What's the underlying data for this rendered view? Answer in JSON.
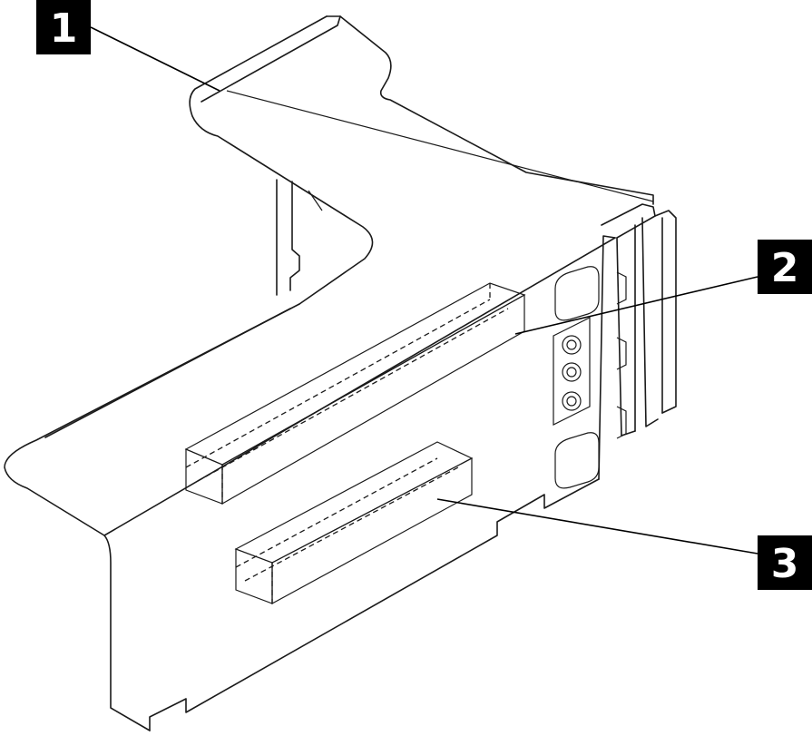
{
  "callouts": [
    {
      "id": "1",
      "label": "1"
    },
    {
      "id": "2",
      "label": "2"
    },
    {
      "id": "3",
      "label": "3"
    }
  ],
  "colors": {
    "outline": "#1a1a1a",
    "slot_top_fill": "#d4d4d4",
    "slot_bottom_fill": "#8f8f8f",
    "callout_box": "#000000",
    "callout_text": "#ffffff"
  }
}
